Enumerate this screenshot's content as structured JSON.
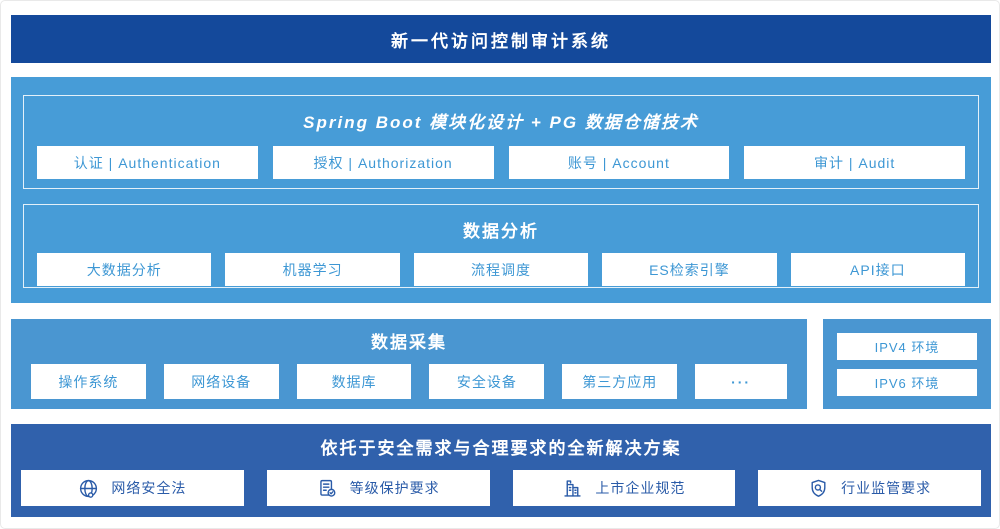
{
  "banner": {
    "title": "新一代访问控制审计系统"
  },
  "platform": {
    "module_layer": {
      "title": "Spring Boot 模块化设计 + PG 数据仓储技术",
      "items": [
        "认证 | Authentication",
        "授权 | Authorization",
        "账号 | Account",
        "审计 | Audit"
      ]
    },
    "analysis_layer": {
      "title": "数据分析",
      "items": [
        "大数据分析",
        "机器学习",
        "流程调度",
        "ES检索引擎",
        "API接口"
      ]
    }
  },
  "collection": {
    "title": "数据采集",
    "items": [
      "操作系统",
      "网络设备",
      "数据库",
      "安全设备",
      "第三方应用",
      "···"
    ],
    "environments": [
      "IPV4 环境",
      "IPV6 环境"
    ]
  },
  "solution": {
    "title": "依托于安全需求与合理要求的全新解决方案",
    "items": [
      {
        "icon": "globe-icon",
        "label": "网络安全法"
      },
      {
        "icon": "document-check-icon",
        "label": "等级保护要求"
      },
      {
        "icon": "building-icon",
        "label": "上市企业规范"
      },
      {
        "icon": "shield-search-icon",
        "label": "行业监管要求"
      }
    ]
  },
  "colors": {
    "banner_blue": "#14499B",
    "platform_blue": "#479CD7",
    "collection_blue": "#4A96D1",
    "solution_blue": "#3061AC",
    "box_text_blue": "#3D97D4",
    "solution_text_blue": "#2A5BA8"
  }
}
